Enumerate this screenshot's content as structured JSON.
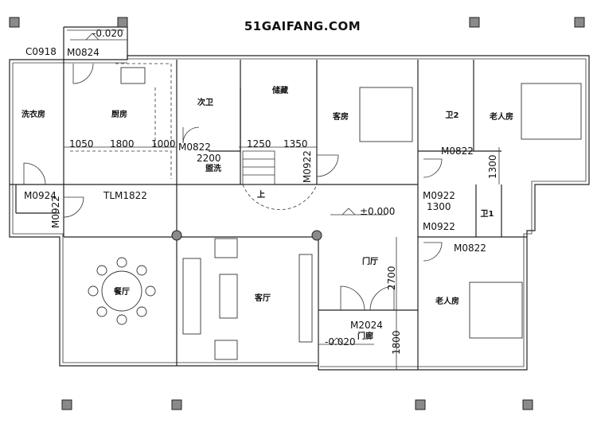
{
  "logo": "51GAIFANG.COM",
  "rooms": {
    "laundry": "洗衣房",
    "kitchen": "厨房",
    "second_wc": "次卫",
    "storage": "储藏",
    "guest_room": "客房",
    "wc2": "卫2",
    "elder_room_top": "老人房",
    "washbasin": "盥洗",
    "up_stair": "上",
    "wc1": "卫1",
    "dining": "餐厅",
    "living": "客厅",
    "foyer": "门厅",
    "porch": "门廊",
    "elder_room_bottom": "老人房"
  },
  "doors": {
    "c0918": "C0918",
    "m0824": "M0824",
    "m0822_a": "M0822",
    "m0922_v": "M0922",
    "m0822_b": "M0822",
    "m0924": "M0924",
    "m0922_left_v": "M0922",
    "tlm1822": "TLM1822",
    "m0922_c": "M0922",
    "m0922_d": "M0922",
    "m0822_c": "M0822",
    "m2024": "M2024"
  },
  "levels": {
    "top": "-0.020",
    "main": "±0.000",
    "porch": "-0.020"
  },
  "dimensions": {
    "d1050": "1050",
    "d1800": "1800",
    "d1000": "1000",
    "d1250": "1250",
    "d1350": "1350",
    "d2200": "2200",
    "d1300_v": "1300",
    "d1300_h": "1300",
    "d2700": "2700",
    "d1800_v": "1800"
  }
}
